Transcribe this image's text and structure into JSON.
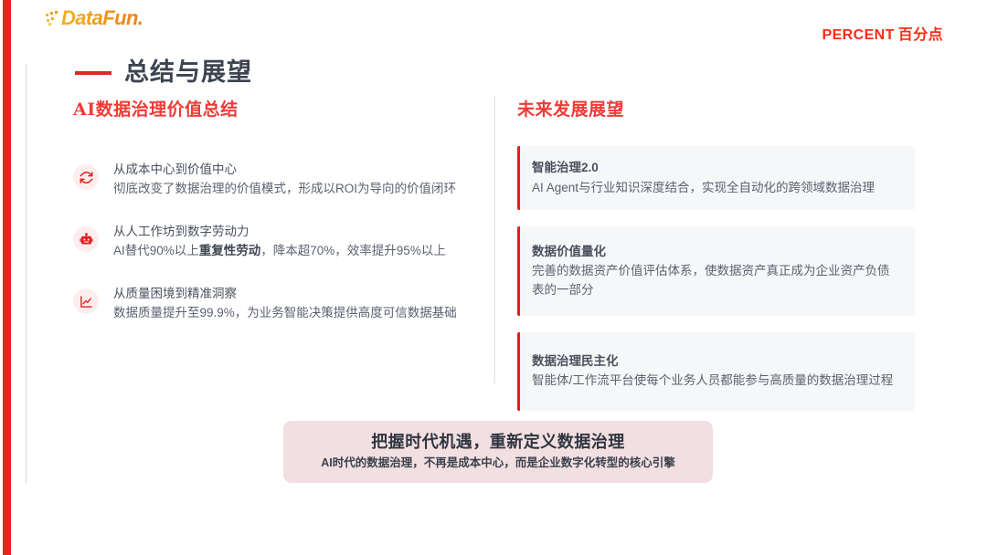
{
  "brand": {
    "logo_text": "DataFun.",
    "logo_icon": "dot-grid-icon",
    "partner_en": "PERCENT",
    "partner_cn": "百分点"
  },
  "header": {
    "slide_title": "总结与展望",
    "dash_color": "#d92b28"
  },
  "left_column": {
    "heading": "AI数据治理价值总结",
    "bullets": [
      {
        "icon": "sync-refresh-icon",
        "title": "从成本中心到价值中心",
        "desc_before": "彻底改变了数据治理的价值模式，形成以ROI为导向的价值闭环",
        "desc_bold": "",
        "desc_after": ""
      },
      {
        "icon": "robot-icon",
        "title": "从人工作坊到数字劳动力",
        "desc_before": "AI替代90%以上",
        "desc_bold": "重复性劳动",
        "desc_after": "，降本超70%，效率提升95%以上"
      },
      {
        "icon": "line-chart-icon",
        "title": "从质量困境到精准洞察",
        "desc_before": "数据质量提升至99.9%，为业务智能决策提供高度可信数据基础",
        "desc_bold": "",
        "desc_after": ""
      }
    ]
  },
  "right_column": {
    "heading": "未来发展展望",
    "cards": [
      {
        "title": "智能治理2.0",
        "desc": "AI Agent与行业知识深度结合，实现全自动化的跨领域数据治理"
      },
      {
        "title": "数据价值量化",
        "desc": "完善的数据资产价值评估体系，使数据资产真正成为企业资产负债表的一部分"
      },
      {
        "title": "数据治理民主化",
        "desc": "智能体/工作流平台使每个业务人员都能参与高质量的数据治理过程"
      }
    ],
    "accent_color": "#e02020"
  },
  "banner": {
    "title": "把握时代机遇，重新定义数据治理",
    "subtitle": "AI时代的数据治理，不再是成本中心，而是企业数字化转型的核心引擎",
    "background": "#f2dfe1"
  }
}
